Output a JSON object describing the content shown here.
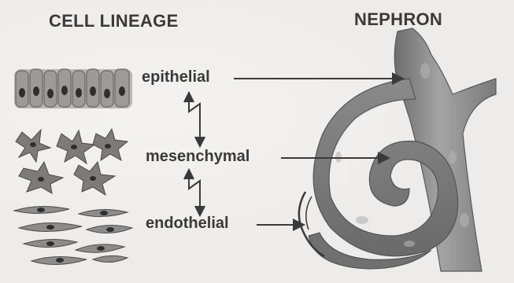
{
  "headings": {
    "cell_lineage": "CELL LINEAGE",
    "nephron": "NEPHRON"
  },
  "labels": {
    "epithelial": "epithelial",
    "mesenchymal": "mesenchymal",
    "endothelial": "endothelial"
  },
  "colors": {
    "background": "#eeecea",
    "text": "#3a3a3a",
    "nephron_fill": "#8f8f8f",
    "cell_dark": "#2e2e2e"
  }
}
